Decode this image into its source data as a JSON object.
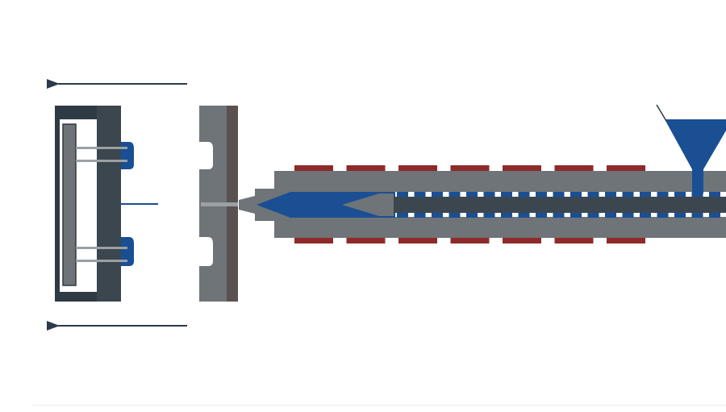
{
  "diagram": {
    "kind": "injection-molding-machine",
    "direction_arrows": [
      "left",
      "left"
    ],
    "colors": {
      "background": "#ffffff",
      "steel_light": "#6e7477",
      "steel_mid": "#626a6e",
      "steel_dark": "#2e3a44",
      "steel_darkest": "#3c464f",
      "brown_plate": "#5a524f",
      "plastic_blue": "#1a4f94",
      "heater_red": "#8e2a2a",
      "arrow_color": "#2b3a4a",
      "nozzle_gray": "#9aa0a3"
    },
    "heater_bands_per_side": 7,
    "screw_flight_count": 19
  }
}
